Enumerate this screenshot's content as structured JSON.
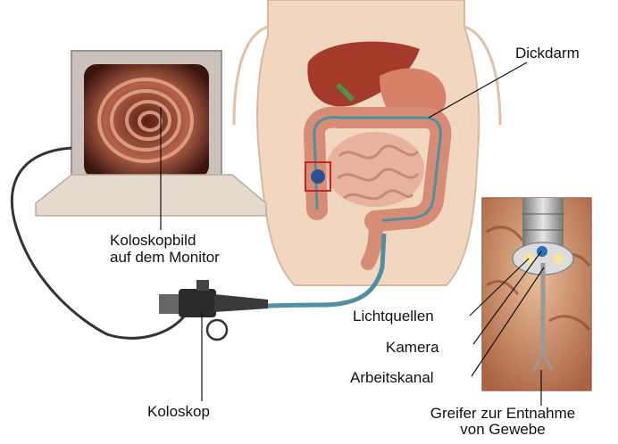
{
  "labels": {
    "dickdarm": "Dickdarm",
    "monitor_line1": "Koloskopbild",
    "monitor_line2": "auf dem Monitor",
    "lichtquellen": "Lichtquellen",
    "kamera": "Kamera",
    "arbeitskanal": "Arbeitskanal",
    "koloskop": "Koloskop",
    "greifer_line1": "Greifer zur Entnahme",
    "greifer_line2": "von Gewebe"
  },
  "colors": {
    "skin": "#f1d6c0",
    "liver": "#a33a2a",
    "colon": "#d78c76",
    "endoscope_tube": "#4f8fa0",
    "monitor_frame": "#c9c2bd",
    "leader_line": "#111111"
  }
}
